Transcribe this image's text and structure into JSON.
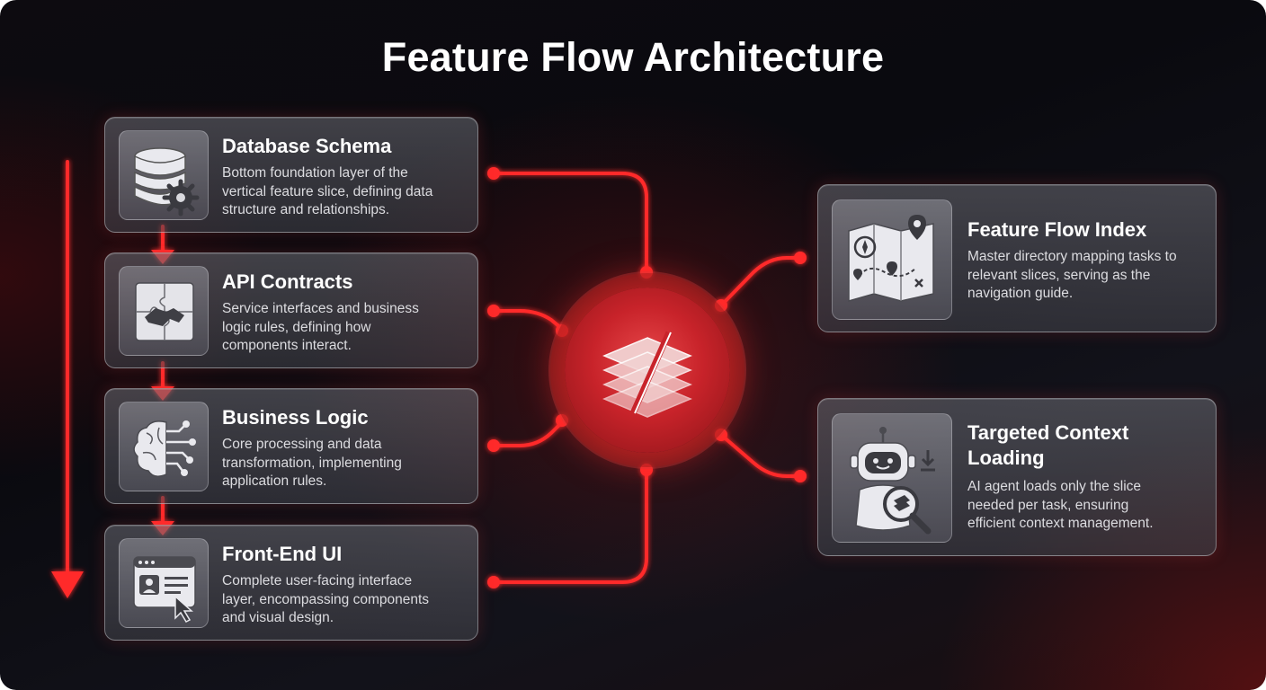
{
  "title": "Feature Flow Architecture",
  "colors": {
    "accent": "#ff2a2a",
    "card_border": "#d2d2d7",
    "text": "#ffffff"
  },
  "hub": {
    "icon": "sliced-layers-icon"
  },
  "layers": [
    {
      "title": "Database Schema",
      "description": [
        "Bottom foundation layer of the",
        "vertical feature slice, defining data",
        "structure and relationships."
      ],
      "icon": "database-gear-icon"
    },
    {
      "title": "API Contracts",
      "description": [
        "Service interfaces and business",
        "logic rules, defining how",
        "components interact."
      ],
      "icon": "puzzle-handshake-icon"
    },
    {
      "title": "Business Logic",
      "description": [
        "Core processing and data",
        "transformation, implementing",
        "application rules."
      ],
      "icon": "brain-circuit-icon"
    },
    {
      "title": "Front-End UI",
      "description": [
        "Complete user-facing interface",
        "layer, encompassing components",
        "and visual design."
      ],
      "icon": "browser-cursor-icon"
    }
  ],
  "right_cards": [
    {
      "title": [
        "Feature Flow Index"
      ],
      "description": [
        "Master directory mapping tasks to",
        "relevant slices, serving as the",
        "navigation guide."
      ],
      "icon": "map-pins-icon"
    },
    {
      "title": [
        "Targeted Context",
        "Loading"
      ],
      "description": [
        "AI agent loads only the slice",
        "needed per task, ensuring",
        "efficient context management."
      ],
      "icon": "robot-magnifier-icon"
    }
  ]
}
